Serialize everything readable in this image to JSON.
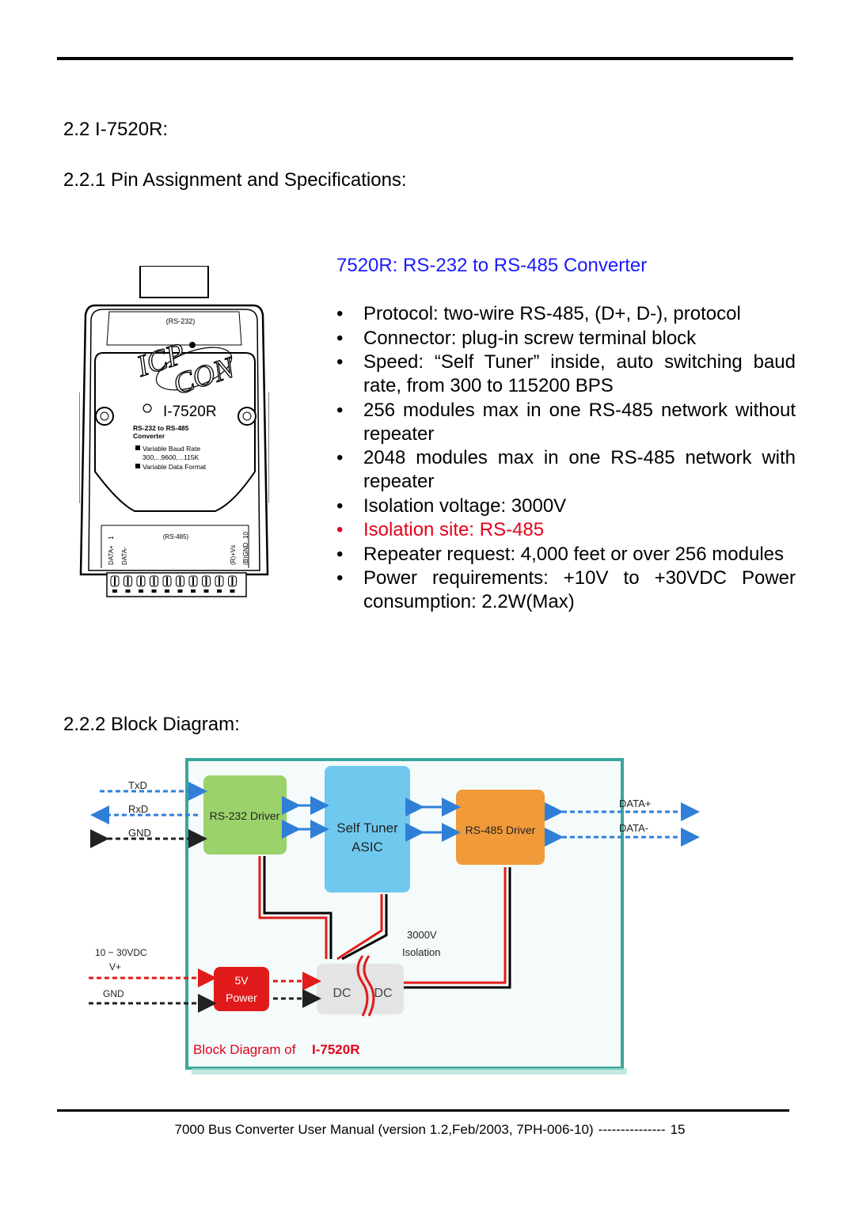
{
  "section_title": "2.2 I-7520R:",
  "subsection_pin": "2.2.1  Pin Assignment and Specifications:",
  "spec_title": "7520R: RS-232 to RS-485 Converter",
  "specs": [
    "Protocol: two-wire RS-485, (D+, D-), protocol",
    "Connector: plug-in screw terminal block",
    "Speed: “Self Tuner” inside, auto switching baud rate, from 300 to 115200 BPS",
    "256 modules max in one RS-485 network without repeater",
    "2048 modules max in one RS-485 network with repeater",
    "Isolation voltage: 3000V",
    "Isolation site: RS-485",
    "Repeater request: 4,000 feet or over 256 modules",
    "Power requirements: +10V to +30VDC Power consumption: 2.2W(Max)"
  ],
  "module": {
    "rs232_label": "(RS-232)",
    "logo_icp": "ICP",
    "logo_con": "CON",
    "model": "I-7520R",
    "desc1": "RS-232 to RS-485",
    "desc2": "Converter",
    "feature1": "Variable Baud Rate",
    "feature1b": "300,...9600,...115K",
    "feature2": "Variable Data Format",
    "rs485_label": "(RS-485)",
    "pin_data_plus": "DATA+",
    "pin1": "1",
    "pin_data_minus": "DATA-",
    "pin_vs": "(R)+Vs",
    "pin_gnd": "(B)GND",
    "pin10": "10"
  },
  "subsection_block": "2.2.2  Block Diagram:",
  "block_diagram": {
    "txd": "TxD",
    "rxd": "RxD",
    "gnd_left": "GND",
    "rs232_driver": "RS-232 Driver",
    "self_tuner": "Self Tuner",
    "asic": "ASIC",
    "rs485_driver": "RS-485 Driver",
    "data_plus": "DATA+",
    "data_minus": "DATA-",
    "supply_range": "10 ~ 30VDC",
    "vplus": "V+",
    "gnd_power": "GND",
    "power_5v": "5V",
    "power_label": "Power",
    "dc_left": "DC",
    "dc_right": "DC",
    "isolation_voltage": "3000V",
    "isolation_label": "Isolation",
    "caption_prefix": "Block Diagram of",
    "caption_model": "I-7520R",
    "colors": {
      "frame": "#3aa79a",
      "rs232_box": "#9bd26b",
      "asic_box": "#6fc9ef",
      "rs485_box": "#f19a3a",
      "power_box": "#e11b1b",
      "arrow_blue": "#2f7fd9",
      "caption": "#e4001b"
    }
  },
  "footer": {
    "text": "7000 Bus Converter User Manual (version 1.2,Feb/2003, 7PH-006-10)",
    "dashes": "---------------",
    "page": "15"
  }
}
